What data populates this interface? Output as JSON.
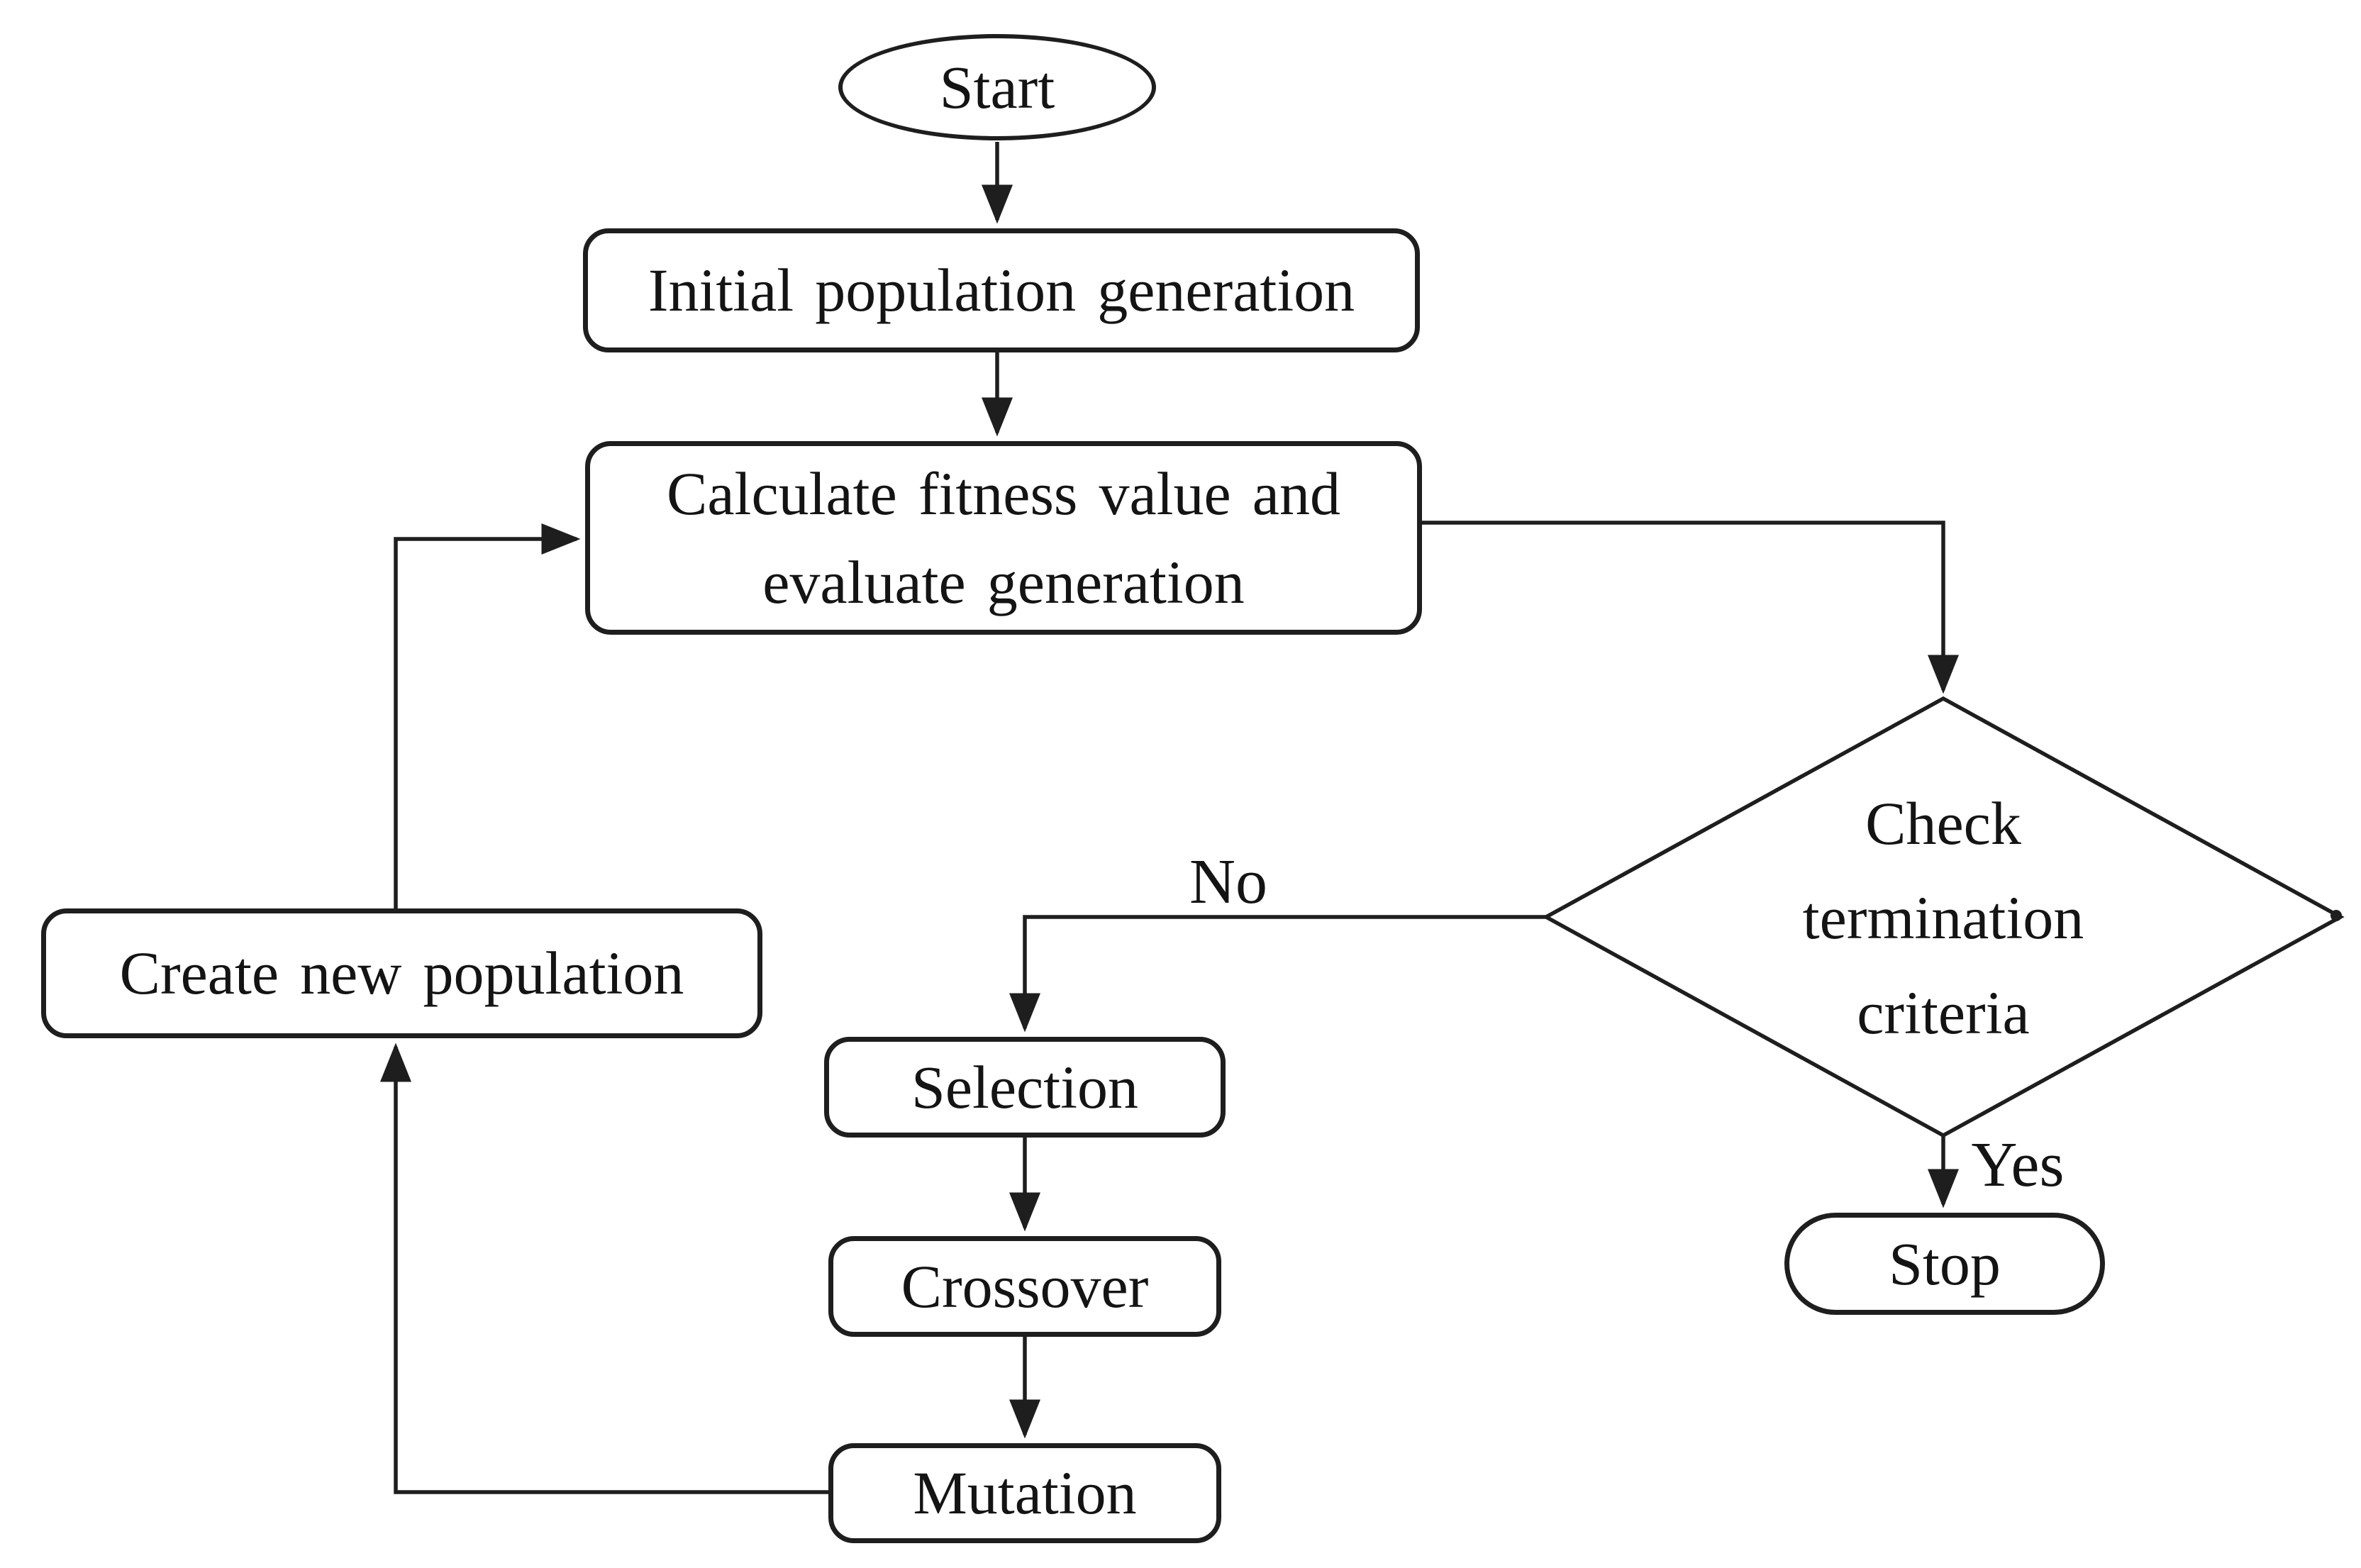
{
  "diagram": {
    "background": "#ffffff",
    "stroke_color": "#1e1e1e",
    "text_color": "#141414",
    "nodes": {
      "start": {
        "label": "Start",
        "shape": "ellipse"
      },
      "initial_population": {
        "label": "Initial population generation",
        "shape": "process"
      },
      "calculate_fitness": {
        "label": "Calculate fitness value and evaluate generation",
        "shape": "process"
      },
      "check_termination": {
        "label": "Check termination criteria",
        "shape": "decision"
      },
      "create_new_population": {
        "label": "Create new population",
        "shape": "process"
      },
      "selection": {
        "label": "Selection",
        "shape": "process"
      },
      "crossover": {
        "label": "Crossover",
        "shape": "process"
      },
      "mutation": {
        "label": "Mutation",
        "shape": "process"
      },
      "stop": {
        "label": "Stop",
        "shape": "terminator"
      }
    },
    "edge_labels": {
      "no": "No",
      "yes": "Yes"
    },
    "edges": [
      {
        "from": "start",
        "to": "initial_population",
        "label": ""
      },
      {
        "from": "initial_population",
        "to": "calculate_fitness",
        "label": ""
      },
      {
        "from": "calculate_fitness",
        "to": "check_termination",
        "label": ""
      },
      {
        "from": "check_termination",
        "to": "selection",
        "label": "No"
      },
      {
        "from": "selection",
        "to": "crossover",
        "label": ""
      },
      {
        "from": "crossover",
        "to": "mutation",
        "label": ""
      },
      {
        "from": "mutation",
        "to": "create_new_population",
        "label": ""
      },
      {
        "from": "create_new_population",
        "to": "calculate_fitness",
        "label": ""
      },
      {
        "from": "check_termination",
        "to": "stop",
        "label": "Yes"
      }
    ]
  }
}
